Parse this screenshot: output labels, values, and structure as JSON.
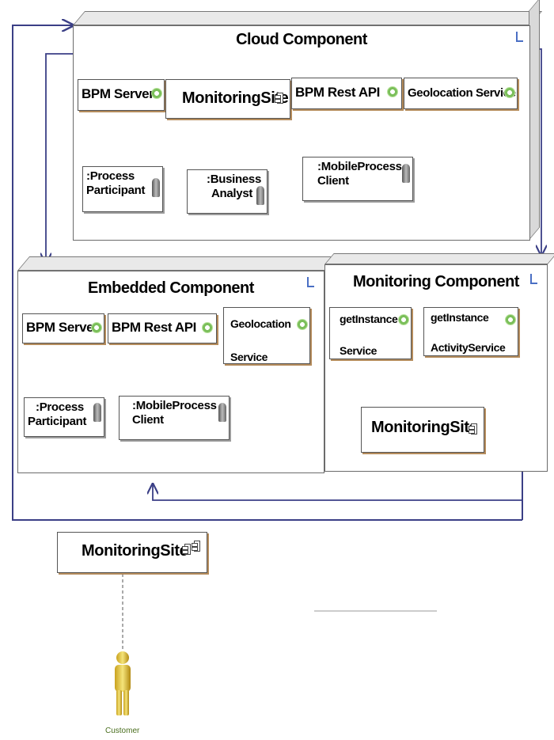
{
  "cloud": {
    "title": "Cloud Component",
    "components": [
      "BPM Server",
      "MonitoringSite",
      "BPM Rest API",
      "Geolocation Service"
    ],
    "actors": [
      {
        "line1": ":Process",
        "line2": "Participant"
      },
      {
        "line1": ":Business",
        "line2": "Analyst"
      },
      {
        "line1": ":MobileProcess",
        "line2": "Client"
      }
    ]
  },
  "embedded": {
    "title": "Embedded Component",
    "components": [
      "BPM Server",
      "BPM Rest API"
    ],
    "geolocation": {
      "line1": "Geolocation",
      "line2": "Service"
    },
    "actors": [
      {
        "line1": ":Process",
        "line2": "Participant"
      },
      {
        "line1": ":MobileProcess",
        "line2": "Client"
      }
    ]
  },
  "monitoring": {
    "title": "Monitoring Component",
    "components": [
      {
        "line1": "getInstance",
        "line2": "Service"
      },
      {
        "line1": "getInstance",
        "line2": "ActivityService"
      }
    ],
    "site": "MonitoringSite"
  },
  "standalone": {
    "site": "MonitoringSite"
  },
  "customer": {
    "label": "Customer"
  },
  "colors": {
    "wire": "#3b3f86",
    "node_border": "#6b6b6b",
    "shadow": "#b58c5c",
    "gear": "#7bbf5a"
  }
}
